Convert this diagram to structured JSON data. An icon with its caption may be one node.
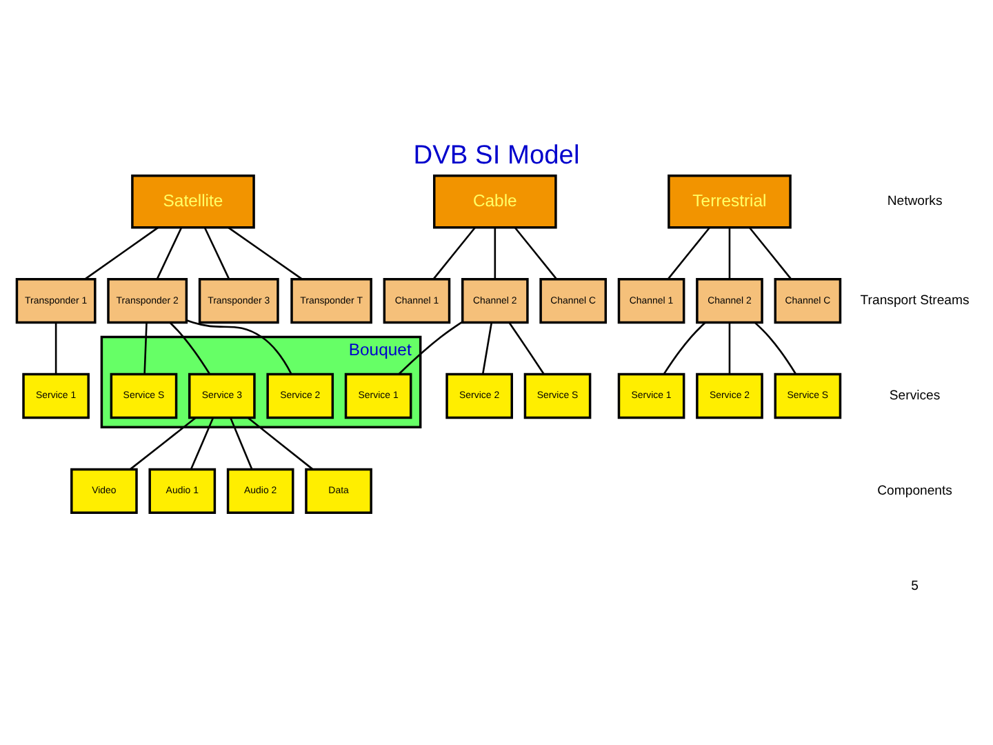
{
  "diagram": {
    "title": "DVB SI Model",
    "nodes": [
      {
        "text": [
          "Satellite"
        ]
      },
      {
        "text": [
          "Cable"
        ]
      },
      {
        "text": [
          "Terrestrial"
        ]
      },
      {
        "text": [
          "Transponder 1"
        ]
      },
      {
        "text": [
          "Transponder 2"
        ]
      },
      {
        "text": [
          "Transponder 3"
        ]
      },
      {
        "text": [
          "Transponder T"
        ]
      },
      {
        "text": [
          "Channel 1"
        ]
      },
      {
        "text": [
          "Channel 2"
        ]
      },
      {
        "text": [
          "Channel C"
        ]
      },
      {
        "text": [
          "Channel 1"
        ]
      },
      {
        "text": [
          "Channel 2"
        ]
      },
      {
        "text": [
          "Channel C"
        ]
      },
      {
        "text": [
          "Service 1"
        ]
      },
      {
        "text": [
          "Bouquet"
        ]
      },
      {
        "text": [
          "Service 2"
        ],
        "in": 14
      },
      {
        "text": [
          "Service 3"
        ],
        "in": 14
      },
      {
        "text": [
          "Service S"
        ],
        "in": 14
      },
      {
        "text": [
          "Service 1"
        ],
        "in": 14
      },
      {
        "text": [
          "Service 2"
        ]
      },
      {
        "text": [
          "Service S"
        ]
      },
      {
        "text": [
          "Service 1"
        ]
      },
      {
        "text": [
          "Service 2"
        ]
      },
      {
        "text": [
          "Service S"
        ]
      },
      {
        "text": [
          "Video"
        ]
      },
      {
        "text": [
          "Audio 1"
        ]
      },
      {
        "text": [
          "Audio 2"
        ]
      },
      {
        "text": [
          "Data"
        ]
      }
    ],
    "edges": [
      {
        "from": 0,
        "to": 3,
        "arrow": "none"
      },
      {
        "from": 0,
        "to": 4,
        "arrow": "none"
      },
      {
        "from": 0,
        "to": 5,
        "arrow": "none"
      },
      {
        "from": 0,
        "to": 6,
        "arrow": "none"
      },
      {
        "from": 1,
        "to": 7,
        "arrow": "none"
      },
      {
        "from": 1,
        "to": 8,
        "arrow": "none"
      },
      {
        "from": 1,
        "to": 9,
        "arrow": "none"
      },
      {
        "from": 2,
        "to": 10,
        "arrow": "none"
      },
      {
        "from": 2,
        "to": 11,
        "arrow": "none"
      },
      {
        "from": 2,
        "to": 12,
        "arrow": "none"
      },
      {
        "from": 3,
        "to": 13,
        "arrow": "none"
      },
      {
        "from": 4,
        "to": 15,
        "arrow": "none"
      },
      {
        "from": 4,
        "to": 16,
        "arrow": "none"
      },
      {
        "from": 4,
        "to": 17,
        "arrow": "none"
      },
      {
        "from": 8,
        "to": 18,
        "arrow": "none"
      },
      {
        "from": 8,
        "to": 19,
        "arrow": "none"
      },
      {
        "from": 8,
        "to": 20,
        "arrow": "none"
      },
      {
        "from": 11,
        "to": 21,
        "arrow": "none"
      },
      {
        "from": 11,
        "to": 22,
        "arrow": "none"
      },
      {
        "from": 11,
        "to": 23,
        "arrow": "none"
      },
      {
        "from": 16,
        "to": 24,
        "arrow": "none"
      },
      {
        "from": 16,
        "to": 25,
        "arrow": "none"
      },
      {
        "from": 16,
        "to": 26,
        "arrow": "none"
      },
      {
        "from": 16,
        "to": 27,
        "arrow": "none"
      }
    ],
    "labels": [
      "Networks",
      "Transport Streams",
      "Services",
      "Components",
      "5"
    ]
  }
}
